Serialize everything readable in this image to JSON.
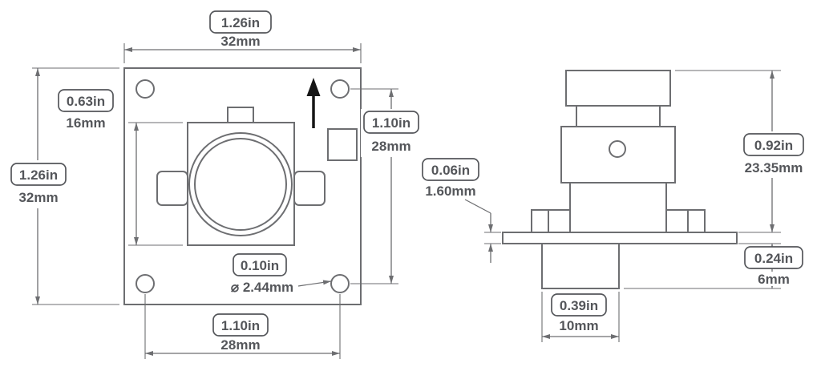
{
  "title": "Camera module dimension drawing",
  "front_view": {
    "board_width": {
      "inch": "1.26in",
      "mm": "32mm"
    },
    "board_height": {
      "inch": "1.26in",
      "mm": "32mm"
    },
    "lens_holder_height": {
      "inch": "0.63in",
      "mm": "16mm"
    },
    "hole_spacing_vertical": {
      "inch": "1.10in",
      "mm": "28mm"
    },
    "hole_spacing_horizontal": {
      "inch": "1.10in",
      "mm": "28mm"
    },
    "hole_diameter": {
      "inch": "0.10in",
      "mm": "⌀ 2.44mm"
    }
  },
  "side_view": {
    "pcb_thickness": {
      "inch": "0.06in",
      "mm": "1.60mm"
    },
    "module_height": {
      "inch": "0.92in",
      "mm": "23.35mm"
    },
    "connector_height": {
      "inch": "0.24in",
      "mm": "6mm"
    },
    "connector_width": {
      "inch": "0.39in",
      "mm": "10mm"
    }
  },
  "colors": {
    "part_line": "#6d6e71",
    "dimension_text": "#54565a",
    "orientation_arrow": "#161616",
    "background": "#ffffff"
  }
}
